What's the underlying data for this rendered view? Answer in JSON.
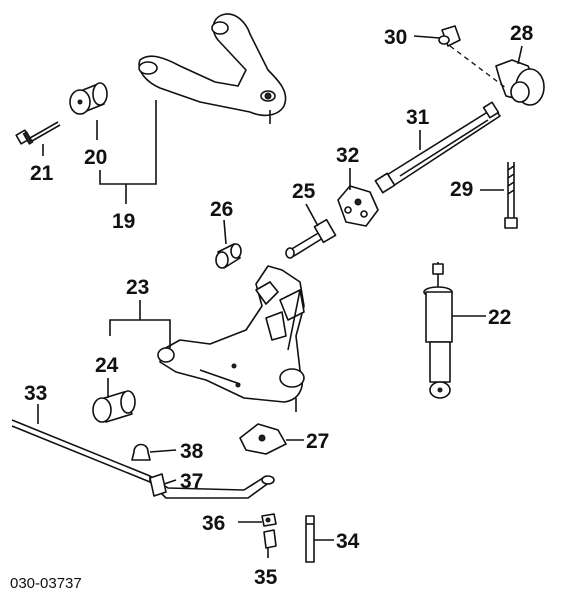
{
  "diagram": {
    "code": "030-03737",
    "callouts": {
      "19": "19",
      "20": "20",
      "21": "21",
      "22": "22",
      "23": "23",
      "24": "24",
      "25": "25",
      "26": "26",
      "27": "27",
      "28": "28",
      "29": "29",
      "30": "30",
      "31": "31",
      "32": "32",
      "33": "33",
      "34": "34",
      "35": "35",
      "36": "36",
      "37": "37",
      "38": "38"
    }
  }
}
